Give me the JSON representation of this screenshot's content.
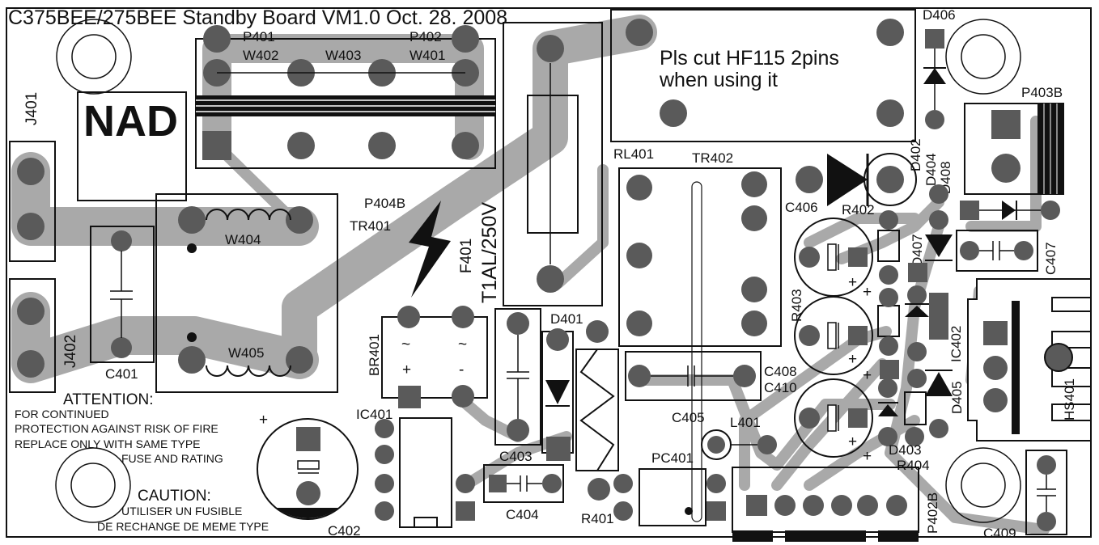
{
  "board_title": "C375BEE/275BEE Standby Board VM1.0 Oct. 28. 2008",
  "logo": "NAD",
  "relay_note": [
    "Pls cut HF115 2pins",
    "when using it"
  ],
  "fuse_rating": "T1AL/250V",
  "warnings": {
    "attention_title": "ATTENTION:",
    "attention_lines": [
      "FOR CONTINUED",
      "PROTECTION AGAINST RISK OF FIRE",
      "REPLACE ONLY WITH SAME TYPE",
      "FUSE AND RATING"
    ],
    "caution_title": "CAUTION:",
    "caution_lines": [
      "UTILISER UN FUSIBLE",
      "DE RECHANGE DE MEME TYPE"
    ]
  },
  "polarity_marks": {
    "plus": "+",
    "minus": "-",
    "ac": "~"
  },
  "labels": {
    "J401": "J401",
    "J402": "J402",
    "P401": "P401",
    "P402": "P402",
    "W402": "W402",
    "W403": "W403",
    "W401": "W401",
    "W404": "W404",
    "W405": "W405",
    "C401": "C401",
    "C402": "C402",
    "P404B": "P404B",
    "TR401": "TR401",
    "F401": "F401",
    "BR401": "BR401",
    "IC401": "IC401",
    "C403": "C403",
    "C404": "C404",
    "D401": "D401",
    "R401": "R401",
    "RL401": "RL401",
    "TR402": "TR402",
    "C405": "C405",
    "L401": "L401",
    "PC401": "PC401",
    "C406": "C406",
    "R402": "R402",
    "R403": "R403",
    "C408": "C408",
    "C410": "C410",
    "D402": "D402",
    "D404": "D404",
    "D408": "D408",
    "D406": "D406",
    "D407": "D407",
    "P403B": "P403B",
    "C407": "C407",
    "IC402": "IC402",
    "HS401": "HS401",
    "D405": "D405",
    "D403": "D403",
    "R404": "R404",
    "P402B": "P402B",
    "C409": "C409"
  }
}
